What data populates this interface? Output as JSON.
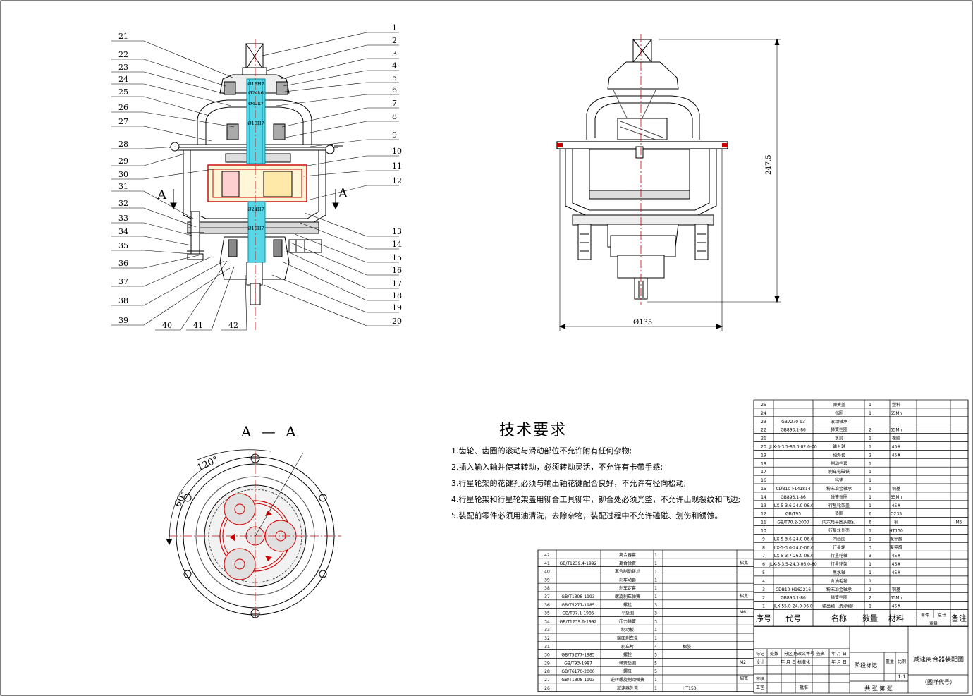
{
  "section_title": "A — A",
  "section_marks": [
    "A",
    "A"
  ],
  "angles": [
    "120°",
    "60°"
  ],
  "dims": {
    "height": "247.5",
    "diameter": "Ø135"
  },
  "fits": [
    "Ø18H7",
    "Ø24k6",
    "Ø42k7",
    "Ø18H7",
    "Ø24H7",
    "Ø16H7"
  ],
  "left_callouts": [
    "21",
    "22",
    "23",
    "24",
    "25",
    "26",
    "27",
    "28",
    "29",
    "30",
    "31",
    "32",
    "33",
    "34",
    "35",
    "36",
    "37",
    "38",
    "39"
  ],
  "bottom_callouts": [
    "40",
    "41",
    "42"
  ],
  "right_callouts": [
    "1",
    "2",
    "3",
    "4",
    "5",
    "6",
    "7",
    "8",
    "9",
    "10",
    "11",
    "12",
    "13",
    "14",
    "15",
    "16",
    "17",
    "18",
    "19",
    "20"
  ],
  "tech": {
    "title": "技术要求",
    "items": [
      "1.齿轮、齿圈的滚动与滑动部位不允许附有任何杂物;",
      "2.插入输入轴并使其转动，必须转动灵活，不允许有卡带手感;",
      "3.行星轮架的花键孔必须与输出轴花键配合良好，不允许有径向松动;",
      "4.行星轮架和行星轮架盖用铆合工具铆牢，铆合处必须光整，不允许出现裂纹和飞边;",
      "5.装配前零件必须用油清洗，去除杂物，装配过程中不允许磕碰、划伤和锈蚀。"
    ]
  },
  "bom_right": [
    [
      "25",
      "",
      "弹簧盖",
      "1",
      "塑料",
      ""
    ],
    [
      "24",
      "",
      "挡圈",
      "1",
      "65Mn",
      ""
    ],
    [
      "23",
      "GB7270-93",
      "滚动轴承",
      "",
      "",
      ""
    ],
    [
      "22",
      "GB893.1-86",
      "弹簧挡圈",
      "2",
      "65Mn",
      ""
    ],
    [
      "21",
      "",
      "水封",
      "1",
      "橡胶",
      ""
    ],
    [
      "20",
      "JLX-5-3.5-86.0-82.0-00",
      "输入轴",
      "1",
      "45#",
      ""
    ],
    [
      "19",
      "",
      "轴外套",
      "2",
      "45#",
      ""
    ],
    [
      "18",
      "",
      "制动挡套",
      "1",
      "",
      ""
    ],
    [
      "17",
      "",
      "刹车电磁铁",
      "1",
      "",
      ""
    ],
    [
      "16",
      "",
      "毡垫",
      "1",
      "",
      ""
    ],
    [
      "15",
      "CDB10-F141814",
      "粉末冶金轴承",
      "1",
      "铜基",
      ""
    ],
    [
      "14",
      "GB893.1-86",
      "弹簧挡圈",
      "1",
      "65Mn",
      ""
    ],
    [
      "13",
      "JLX-5-3.6-24.0-06.0",
      "行星轮架盖",
      "1",
      "45#",
      ""
    ],
    [
      "12",
      "GB/T95",
      "垫圈",
      "6",
      "Q235",
      ""
    ],
    [
      "11",
      "GB/T70.2-2000",
      "内六角平圆头螺钉",
      "6",
      "钢",
      "M5"
    ],
    [
      "10",
      "",
      "行星轮外壳",
      "1",
      "HT150",
      ""
    ],
    [
      "9",
      "JLX-5-3.6-24.0-06.0",
      "内齿圈",
      "1",
      "聚甲醛",
      ""
    ],
    [
      "8",
      "JLX-5-3.6-24.0-06.0",
      "行星轮",
      "3",
      "聚甲醛",
      ""
    ],
    [
      "7",
      "JLX-5-3.7-26.0-06.0",
      "行星轮轴",
      "3",
      "45#",
      ""
    ],
    [
      "6",
      "JLX-5-3.5-24.0-06.0-80",
      "行星轮架",
      "1",
      "45#",
      ""
    ],
    [
      "5",
      "",
      "黑水轴",
      "1",
      "45#",
      ""
    ],
    [
      "4",
      "",
      "含油毛毡",
      "1",
      "",
      ""
    ],
    [
      "3",
      "CDB10-H162216",
      "粉末冶金轴承",
      "2",
      "铜基",
      ""
    ],
    [
      "2",
      "GB893.1-86",
      "弹簧挡圈",
      "2",
      "65Mn",
      ""
    ],
    [
      "1",
      "JLX-55.0-24.0-06.0",
      "输出轴（洗涤轴）",
      "1",
      "45#",
      ""
    ]
  ],
  "bom_header": {
    "seq": "序号",
    "code": "代号",
    "name": "名称",
    "qty": "数量",
    "mat": "材料",
    "single": "单件",
    "total": "总计",
    "weight": "重量",
    "note": "备注"
  },
  "bom_left": [
    [
      "42",
      "",
      "离合器套",
      "1",
      ""
    ],
    [
      "41",
      "GB/T1239.4-1992",
      "离合弹簧",
      "1",
      ""
    ],
    [
      "40",
      "",
      "离合制动拨爪",
      "1",
      ""
    ],
    [
      "39",
      "",
      "刹车动套",
      "1",
      ""
    ],
    [
      "38",
      "",
      "刹车定套",
      "1",
      ""
    ],
    [
      "37",
      "GB/T1308-1993",
      "螺旋刹车弹簧",
      "1",
      ""
    ],
    [
      "36",
      "GB/T5277-1985",
      "螺栓",
      "3",
      ""
    ],
    [
      "35",
      "GB/T97.1-1985",
      "平垫圈",
      "3",
      ""
    ],
    [
      "34",
      "GB/T1239.6-1992",
      "压力弹簧",
      "3",
      ""
    ],
    [
      "33",
      "",
      "制动板",
      "1",
      ""
    ],
    [
      "32",
      "",
      "端面刹车盘",
      "1",
      ""
    ],
    [
      "31",
      "",
      "刹车片",
      "4",
      "橡胶"
    ],
    [
      "30",
      "GB/T5277-1985",
      "螺栓",
      "5",
      ""
    ],
    [
      "29",
      "GB/T93-1987",
      "弹簧垫圈",
      "5",
      ""
    ],
    [
      "28",
      "GB/T6170-2000",
      "螺母",
      "5",
      ""
    ],
    [
      "27",
      "GB/T1308-1993",
      "逆转螺旋制动弹簧",
      "1",
      ""
    ],
    [
      "26",
      "",
      "减速器外壳",
      "1",
      "HT150"
    ]
  ],
  "side_marks": [
    "招宽",
    "招宽",
    "M6",
    "M2",
    "招宽"
  ],
  "title_block": {
    "drawing_name": "减速离合器装配图",
    "drawing_code": "（图样代号）",
    "scale": "1:1",
    "stage_label": "阶段标记",
    "weight_label": "重量",
    "scale_label": "比例",
    "sheets": "共  张 第  张",
    "row1": [
      "标记",
      "处数",
      "分区",
      "更改文件号",
      "签名",
      "年 月 日"
    ],
    "row2": [
      "设计",
      "",
      "年 月 日",
      "标准化",
      "",
      "年 月 日"
    ],
    "row3": [
      "审核"
    ],
    "row4": [
      "工艺",
      "",
      "",
      "批准"
    ]
  }
}
